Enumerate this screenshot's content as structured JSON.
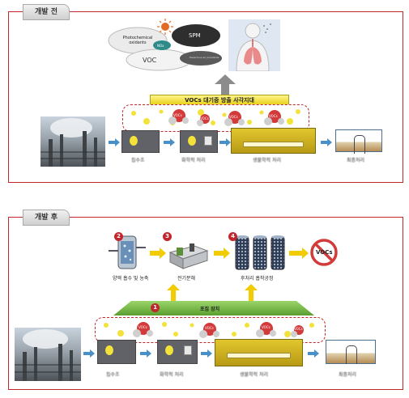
{
  "before": {
    "tab": "개발 전",
    "cloud_labels": {
      "oxidants": "Photochemical oxidants",
      "voc": "VOC",
      "spm": "SPM",
      "no": "NOx",
      "other": "Hazardous air pollutants"
    },
    "banner": "VOCs 대기중 방출 사각지대",
    "voc_tags": [
      "VOCs",
      "VOCs",
      "VOCs",
      "VOCs"
    ],
    "stages": [
      "집수조",
      "화학적 처리",
      "생물학적 처리",
      "최종처리"
    ]
  },
  "after": {
    "tab": "개발 후",
    "steps": [
      {
        "num": "1",
        "label": "포집 장치"
      },
      {
        "num": "2",
        "label": "양액 흡수 및 농축"
      },
      {
        "num": "3",
        "label": "전기분해"
      },
      {
        "num": "4",
        "label": "후처리 흡착공정"
      }
    ],
    "no_vocs": "VOCs",
    "voc_tags": [
      "VOCs",
      "VOCs",
      "VOCs",
      "VOCs"
    ],
    "stages": [
      "집수조",
      "화학적 처리",
      "생물학적 처리",
      "최종처리"
    ]
  },
  "colors": {
    "frame": "#c0262c",
    "arrow_blue": "#4a90c8",
    "arrow_yellow": "#f2cc00",
    "voc_red": "#d33b3b"
  }
}
